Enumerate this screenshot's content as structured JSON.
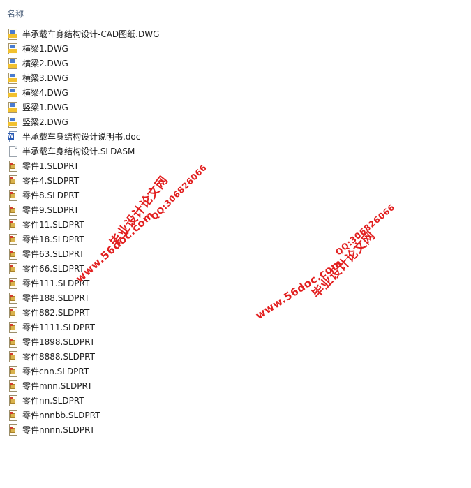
{
  "header": {
    "column_name": "名称"
  },
  "files": [
    {
      "name": "半承载车身结构设计-CAD图纸.DWG",
      "icon": "dwg-file-icon"
    },
    {
      "name": "横梁1.DWG",
      "icon": "dwg-file-icon"
    },
    {
      "name": "横梁2.DWG",
      "icon": "dwg-file-icon"
    },
    {
      "name": "横梁3.DWG",
      "icon": "dwg-file-icon"
    },
    {
      "name": "横梁4.DWG",
      "icon": "dwg-file-icon"
    },
    {
      "name": "竖梁1.DWG",
      "icon": "dwg-file-icon"
    },
    {
      "name": "竖梁2.DWG",
      "icon": "dwg-file-icon"
    },
    {
      "name": "半承载车身结构设计说明书.doc",
      "icon": "word-doc-icon"
    },
    {
      "name": "半承载车身结构设计.SLDASM",
      "icon": "blank-file-icon"
    },
    {
      "name": "零件1.SLDPRT",
      "icon": "sldprt-file-icon"
    },
    {
      "name": "零件4.SLDPRT",
      "icon": "sldprt-file-icon"
    },
    {
      "name": "零件8.SLDPRT",
      "icon": "sldprt-file-icon"
    },
    {
      "name": "零件9.SLDPRT",
      "icon": "sldprt-file-icon"
    },
    {
      "name": "零件11.SLDPRT",
      "icon": "sldprt-file-icon"
    },
    {
      "name": "零件18.SLDPRT",
      "icon": "sldprt-file-icon"
    },
    {
      "name": "零件63.SLDPRT",
      "icon": "sldprt-file-icon"
    },
    {
      "name": "零件66.SLDPRT",
      "icon": "sldprt-file-icon"
    },
    {
      "name": "零件111.SLDPRT",
      "icon": "sldprt-file-icon"
    },
    {
      "name": "零件188.SLDPRT",
      "icon": "sldprt-file-icon"
    },
    {
      "name": "零件882.SLDPRT",
      "icon": "sldprt-file-icon"
    },
    {
      "name": "零件1111.SLDPRT",
      "icon": "sldprt-file-icon"
    },
    {
      "name": "零件1898.SLDPRT",
      "icon": "sldprt-file-icon"
    },
    {
      "name": "零件8888.SLDPRT",
      "icon": "sldprt-file-icon"
    },
    {
      "name": "零件cnn.SLDPRT",
      "icon": "sldprt-file-icon"
    },
    {
      "name": "零件mnn.SLDPRT",
      "icon": "sldprt-file-icon"
    },
    {
      "name": "零件nn.SLDPRT",
      "icon": "sldprt-file-icon"
    },
    {
      "name": "零件nnnbb.SLDPRT",
      "icon": "sldprt-file-icon"
    },
    {
      "name": "零件nnnn.SLDPRT",
      "icon": "sldprt-file-icon"
    }
  ],
  "watermarks": [
    {
      "text": "毕业设计论文网"
    },
    {
      "text": "QQ:306826066"
    },
    {
      "text": "www.56doc.com"
    },
    {
      "text": "www.56doc.com"
    },
    {
      "text": "QQ:306826066"
    },
    {
      "text": "毕业设计论文网"
    }
  ],
  "colors": {
    "watermark": "#e21f1f",
    "header_text": "#4c607a"
  }
}
